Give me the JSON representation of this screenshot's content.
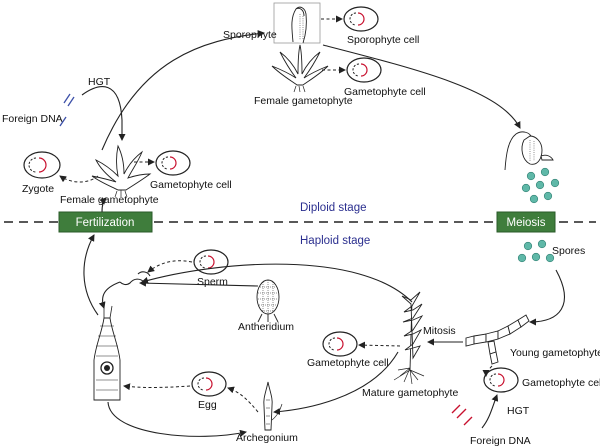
{
  "stages": {
    "diploid": "Diploid stage",
    "haploid": "Haploid stage"
  },
  "boxes": {
    "fertilization": "Fertilization",
    "meiosis": "Meiosis"
  },
  "labels": {
    "sporophyte": "Sporophyte",
    "sporophyte_cell": "Sporophyte cell",
    "gametophyte_cell_top": "Gametophyte cell",
    "female_gametophyte_top": "Female gametophyte",
    "hgt_top": "HGT",
    "foreign_dna_top": "Foreign DNA",
    "zygote": "Zygote",
    "gametophyte_cell_left": "Gametophyte cell",
    "female_gametophyte_left": "Female gametophyte",
    "spores": "Spores",
    "sperm": "Sperm",
    "antheridium": "Antheridium",
    "mitosis": "Mitosis",
    "gametophyte_cell_mid": "Gametophyte cell",
    "mature_gametophyte": "Mature gametophyte",
    "young_gametophyte": "Young gametophyte",
    "gametophyte_cell_right": "Gametophyte cell",
    "hgt_bottom": "HGT",
    "foreign_dna_bottom": "Foreign DNA",
    "egg": "Egg",
    "archegonium": "Archegonium"
  },
  "colors": {
    "box_fill": "#3f7d3c",
    "stage_text": "#2b2f8f",
    "foreign_dna_blue": "#3b4fa8",
    "foreign_dna_red": "#c8102e",
    "spore": "#5fb8a8"
  }
}
